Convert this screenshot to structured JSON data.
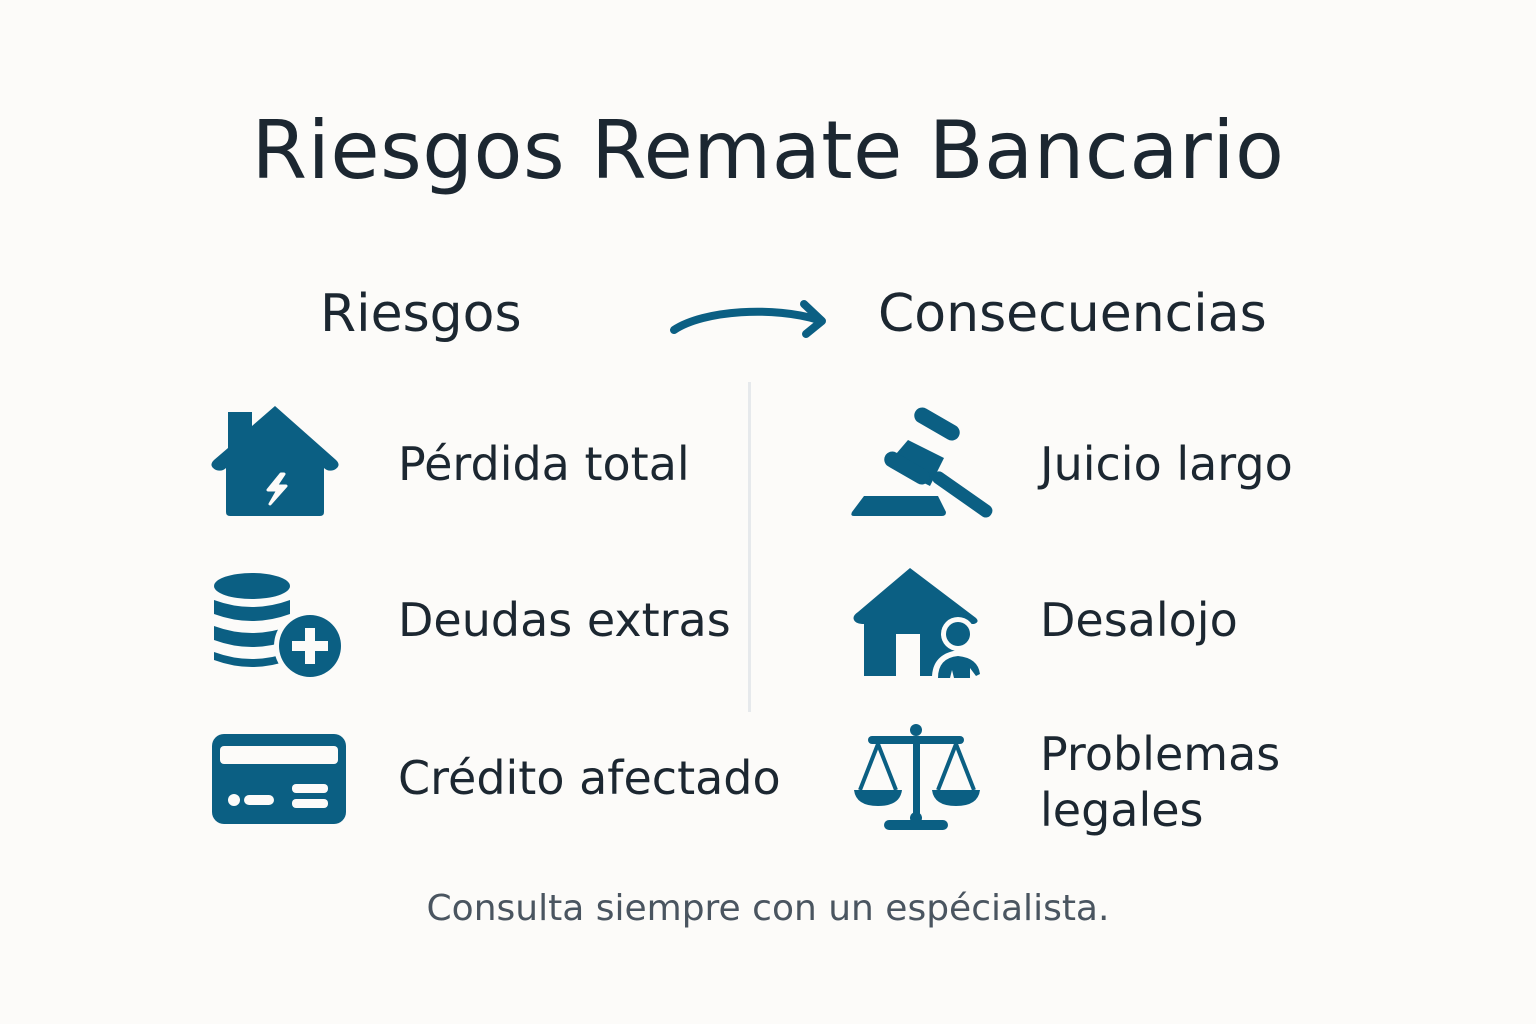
{
  "title": "Riesgos Remate Bancario",
  "colors": {
    "icon": "#0b5f83",
    "text": "#1c2731",
    "footer_text": "#4a5560",
    "divider": "#e6e9ec",
    "background": "#fcfbf9"
  },
  "columns": {
    "left": {
      "heading": "Riesgos",
      "items": [
        {
          "icon": "house-lightning-icon",
          "label": "Pérdida total"
        },
        {
          "icon": "coins-plus-icon",
          "label": "Deudas extras"
        },
        {
          "icon": "credit-card-icon",
          "label": "Crédito afectado"
        }
      ]
    },
    "connector": {
      "icon": "curved-arrow-right-icon"
    },
    "right": {
      "heading": "Consecuencias",
      "items": [
        {
          "icon": "gavel-icon",
          "label": "Juicio largo"
        },
        {
          "icon": "house-person-icon",
          "label": "Desalojo"
        },
        {
          "icon": "scales-of-justice-icon",
          "label": "Problemas legales",
          "lines": [
            "Problemas",
            "legales"
          ]
        }
      ]
    }
  },
  "footer": "Consulta siempre con un espécialista."
}
